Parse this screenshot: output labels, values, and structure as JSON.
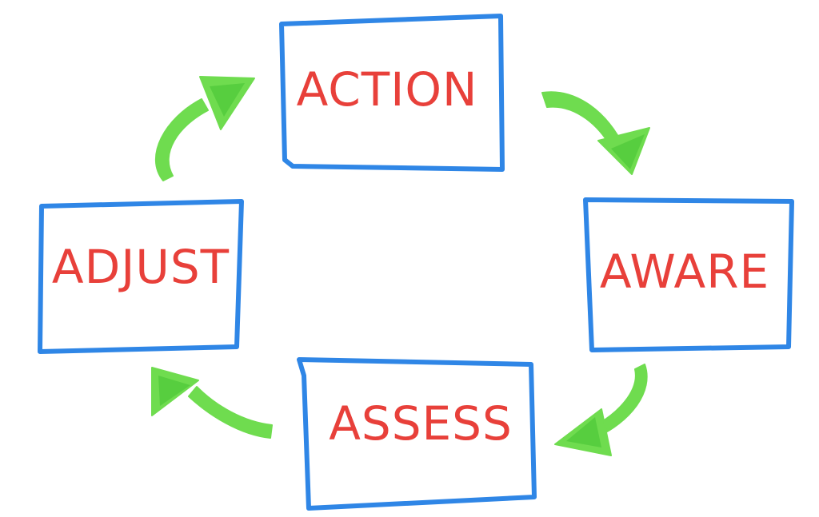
{
  "colors": {
    "box_border": "#2f86e6",
    "label": "#e8403a",
    "arrow_fill": "#6fdc4f",
    "arrow_dark": "#3fbf2f",
    "background": "#ffffff"
  },
  "nodes": [
    {
      "id": "action",
      "label": "ACTION"
    },
    {
      "id": "aware",
      "label": "AWARE"
    },
    {
      "id": "assess",
      "label": "ASSESS"
    },
    {
      "id": "adjust",
      "label": "ADJUST"
    }
  ],
  "edges": [
    {
      "from": "action",
      "to": "aware"
    },
    {
      "from": "aware",
      "to": "assess"
    },
    {
      "from": "assess",
      "to": "adjust"
    },
    {
      "from": "adjust",
      "to": "action"
    }
  ]
}
